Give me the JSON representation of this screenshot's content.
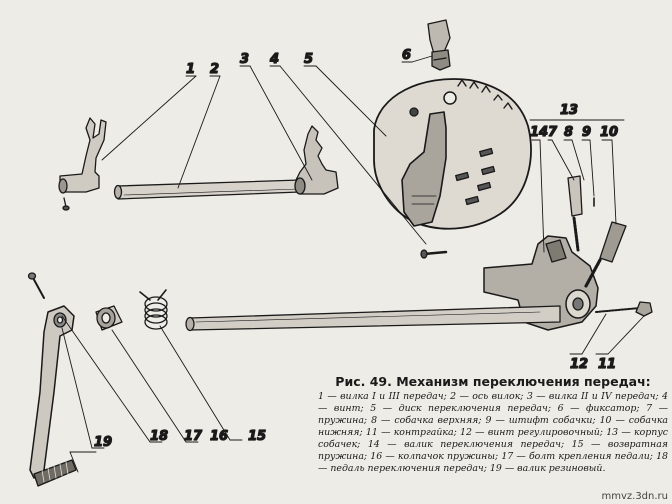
{
  "figure": {
    "callouts": [
      "1",
      "2",
      "3",
      "4",
      "5",
      "6",
      "13",
      "14",
      "7",
      "8",
      "9",
      "10",
      "12",
      "11",
      "19",
      "18",
      "17",
      "16",
      "15"
    ],
    "caption_title": "Рис. 49. Механизм переключения передач:",
    "legend": [
      "1 — вилка I и III передач;",
      "2 — ось вилок;",
      "3 — вилка II и IV передач;",
      "4 — винт;",
      "5 — диск переключения передач;",
      "6 — фиксатор;",
      "7 — пружина;",
      "8 — собачка верхняя;",
      "9 — штифт собачки;",
      "10 — собачка нижняя;",
      "11 — контргайка;",
      "12 — винт регулировочный;",
      "13 — корпус собачек;",
      "14 — валик переключения передач;",
      "15 — возвратная пружина;",
      "16 — колпачок пружины;",
      "17 — болт крепления педали;",
      "18 — педаль переключения передач;",
      "19 — валик резиновый."
    ],
    "watermark": "mmvz.3dn.ru"
  }
}
